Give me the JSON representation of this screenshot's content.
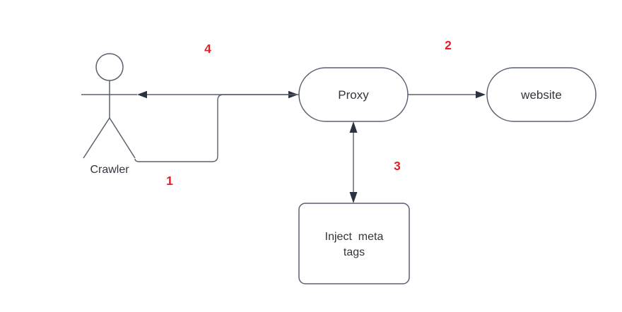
{
  "diagram": {
    "colors": {
      "bg": "#ffffff",
      "shape_stroke": "#596170",
      "connector": "#596170",
      "arrowhead": "#2b3240",
      "text": "#32353e",
      "step": "#ed1c24"
    },
    "actor": {
      "label": "Crawler"
    },
    "nodes": {
      "proxy": {
        "label": "Proxy"
      },
      "website": {
        "label": "website"
      },
      "inject": {
        "line1": "Inject  meta",
        "line2": "tags"
      }
    },
    "steps": {
      "s1": {
        "label": "1"
      },
      "s2": {
        "label": "2"
      },
      "s3": {
        "label": "3"
      },
      "s4": {
        "label": "4"
      }
    }
  }
}
